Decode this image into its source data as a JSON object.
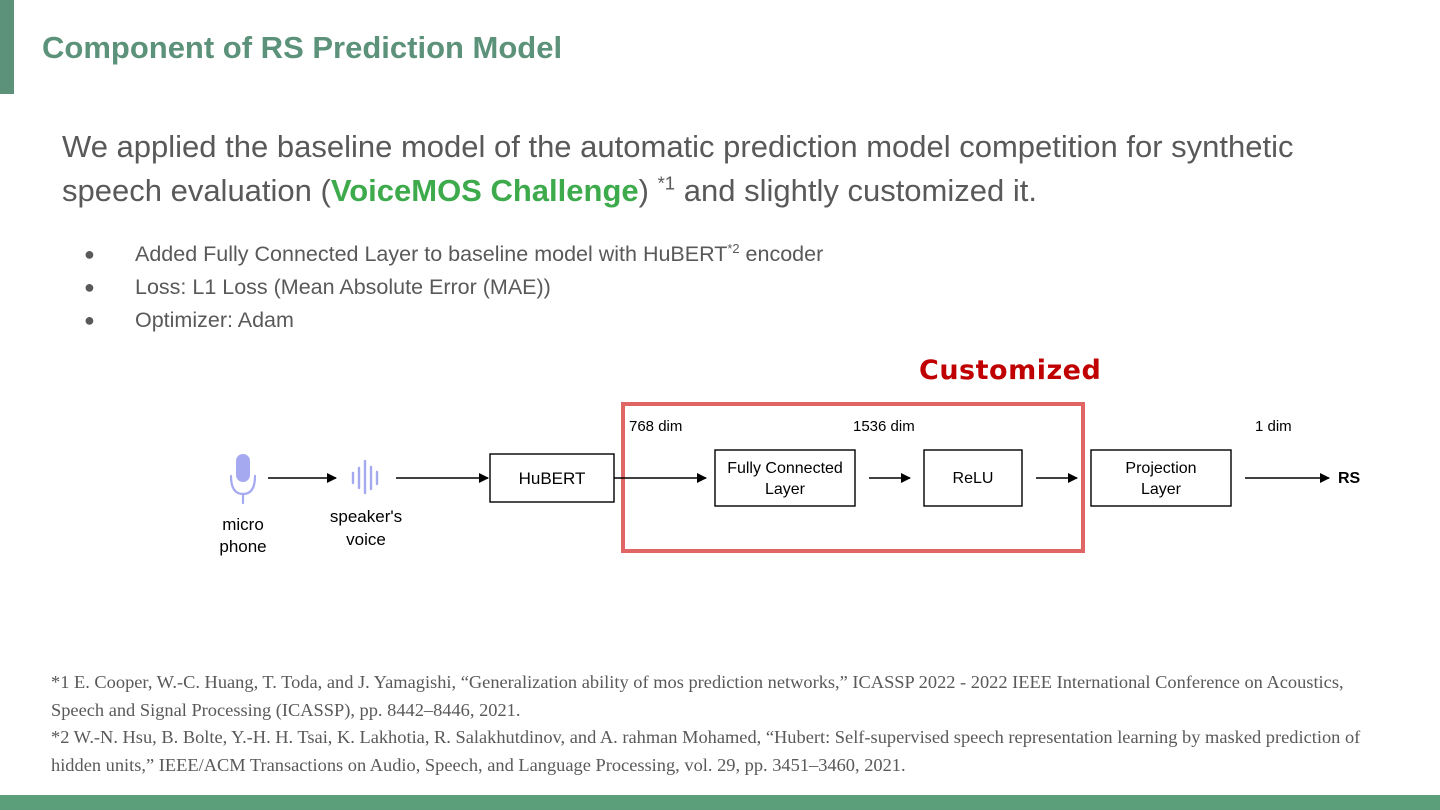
{
  "slide": {
    "title": "Component of RS Prediction Model",
    "intro": {
      "part1": "We applied the baseline model of the automatic prediction model competition for synthetic speech evaluation (",
      "highlight": "VoiceMOS Challenge",
      "part2": ") ",
      "ref": "*1",
      "part3": " and slightly customized it."
    },
    "bullets": [
      {
        "text": "Added Fully Connected Layer to baseline model with HuBERT",
        "sup": "*2",
        "tail": " encoder"
      },
      {
        "text": "Loss:  L1 Loss (Mean Absolute Error (MAE))",
        "sup": "",
        "tail": ""
      },
      {
        "text": "Optimizer: Adam",
        "sup": "",
        "tail": ""
      }
    ],
    "bullet_glyph": "●"
  },
  "diagram": {
    "customized_label": "Customized",
    "mic_label": [
      "micro",
      "phone"
    ],
    "voice_label": [
      "speaker's",
      "voice"
    ],
    "hubert": "HuBERT",
    "fc_layer": [
      "Fully Connected",
      "Layer"
    ],
    "relu": "ReLU",
    "projection": [
      "Projection",
      "Layer"
    ],
    "output": "RS",
    "dims": {
      "d768": "768 dim",
      "d1536": "1536 dim",
      "d1": "1 dim"
    },
    "icons": {
      "mic": "microphone-icon",
      "voice": "voice-waveform-icon"
    },
    "colors": {
      "customized": "#c00000",
      "box_border": "#e06666",
      "mic_icon": "#a4a9f0",
      "accent": "#5b9279",
      "highlight": "#3daa4b"
    }
  },
  "references": [
    "*1 E. Cooper, W.-C. Huang, T. Toda, and J. Yamagishi, “Generalization ability of mos prediction networks,” ICASSP 2022 - 2022 IEEE International Conference on Acoustics, Speech and Signal Processing (ICASSP), pp. 8442–8446, 2021.",
    "*2 W.-N. Hsu, B. Bolte, Y.-H. H. Tsai, K. Lakhotia, R. Salakhutdinov, and A. rahman Mohamed, “Hubert: Self-supervised speech representation learning by masked prediction of hidden units,” IEEE/ACM Transactions on Audio, Speech, and Language Processing, vol. 29, pp. 3451–3460, 2021."
  ]
}
